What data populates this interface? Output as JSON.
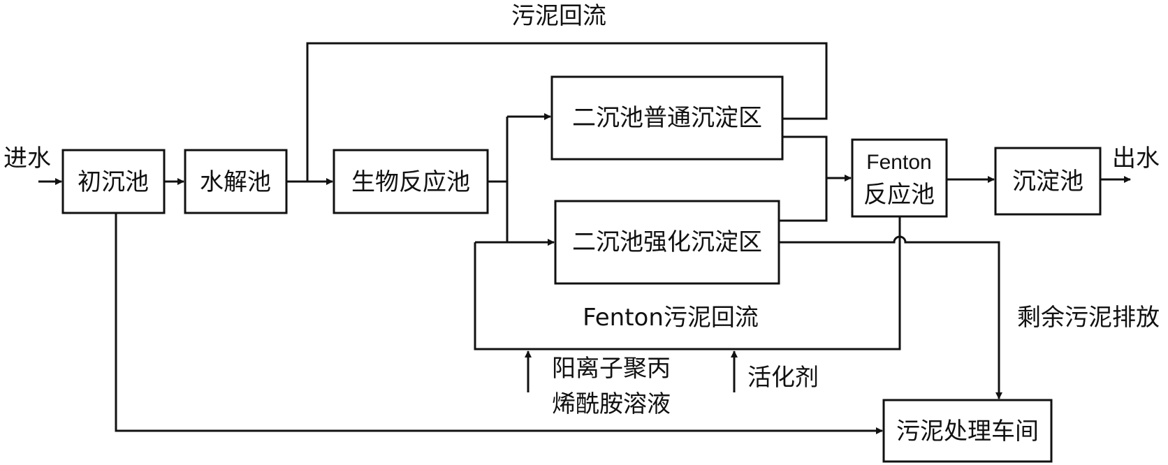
{
  "nodes": {
    "primary_clarifier": "初沉池",
    "hydrolysis_tank": "水解池",
    "bioreactor": "生物反应池",
    "secondary_normal": "二沉池普通沉淀区",
    "secondary_enhanced": "二沉池强化沉淀区",
    "fenton_line1": "Fenton",
    "fenton_line2": "反应池",
    "sedimentation_tank": "沉淀池",
    "sludge_workshop": "污泥处理车间"
  },
  "labels": {
    "inflow": "进水",
    "outflow": "出水",
    "sludge_return": "污泥回流",
    "fenton_sludge_return": "Fenton污泥回流",
    "excess_sludge": "剩余污泥排放",
    "pam_line1": "阳离子聚丙",
    "pam_line2": "烯酰胺溶液",
    "activator": "活化剂"
  }
}
